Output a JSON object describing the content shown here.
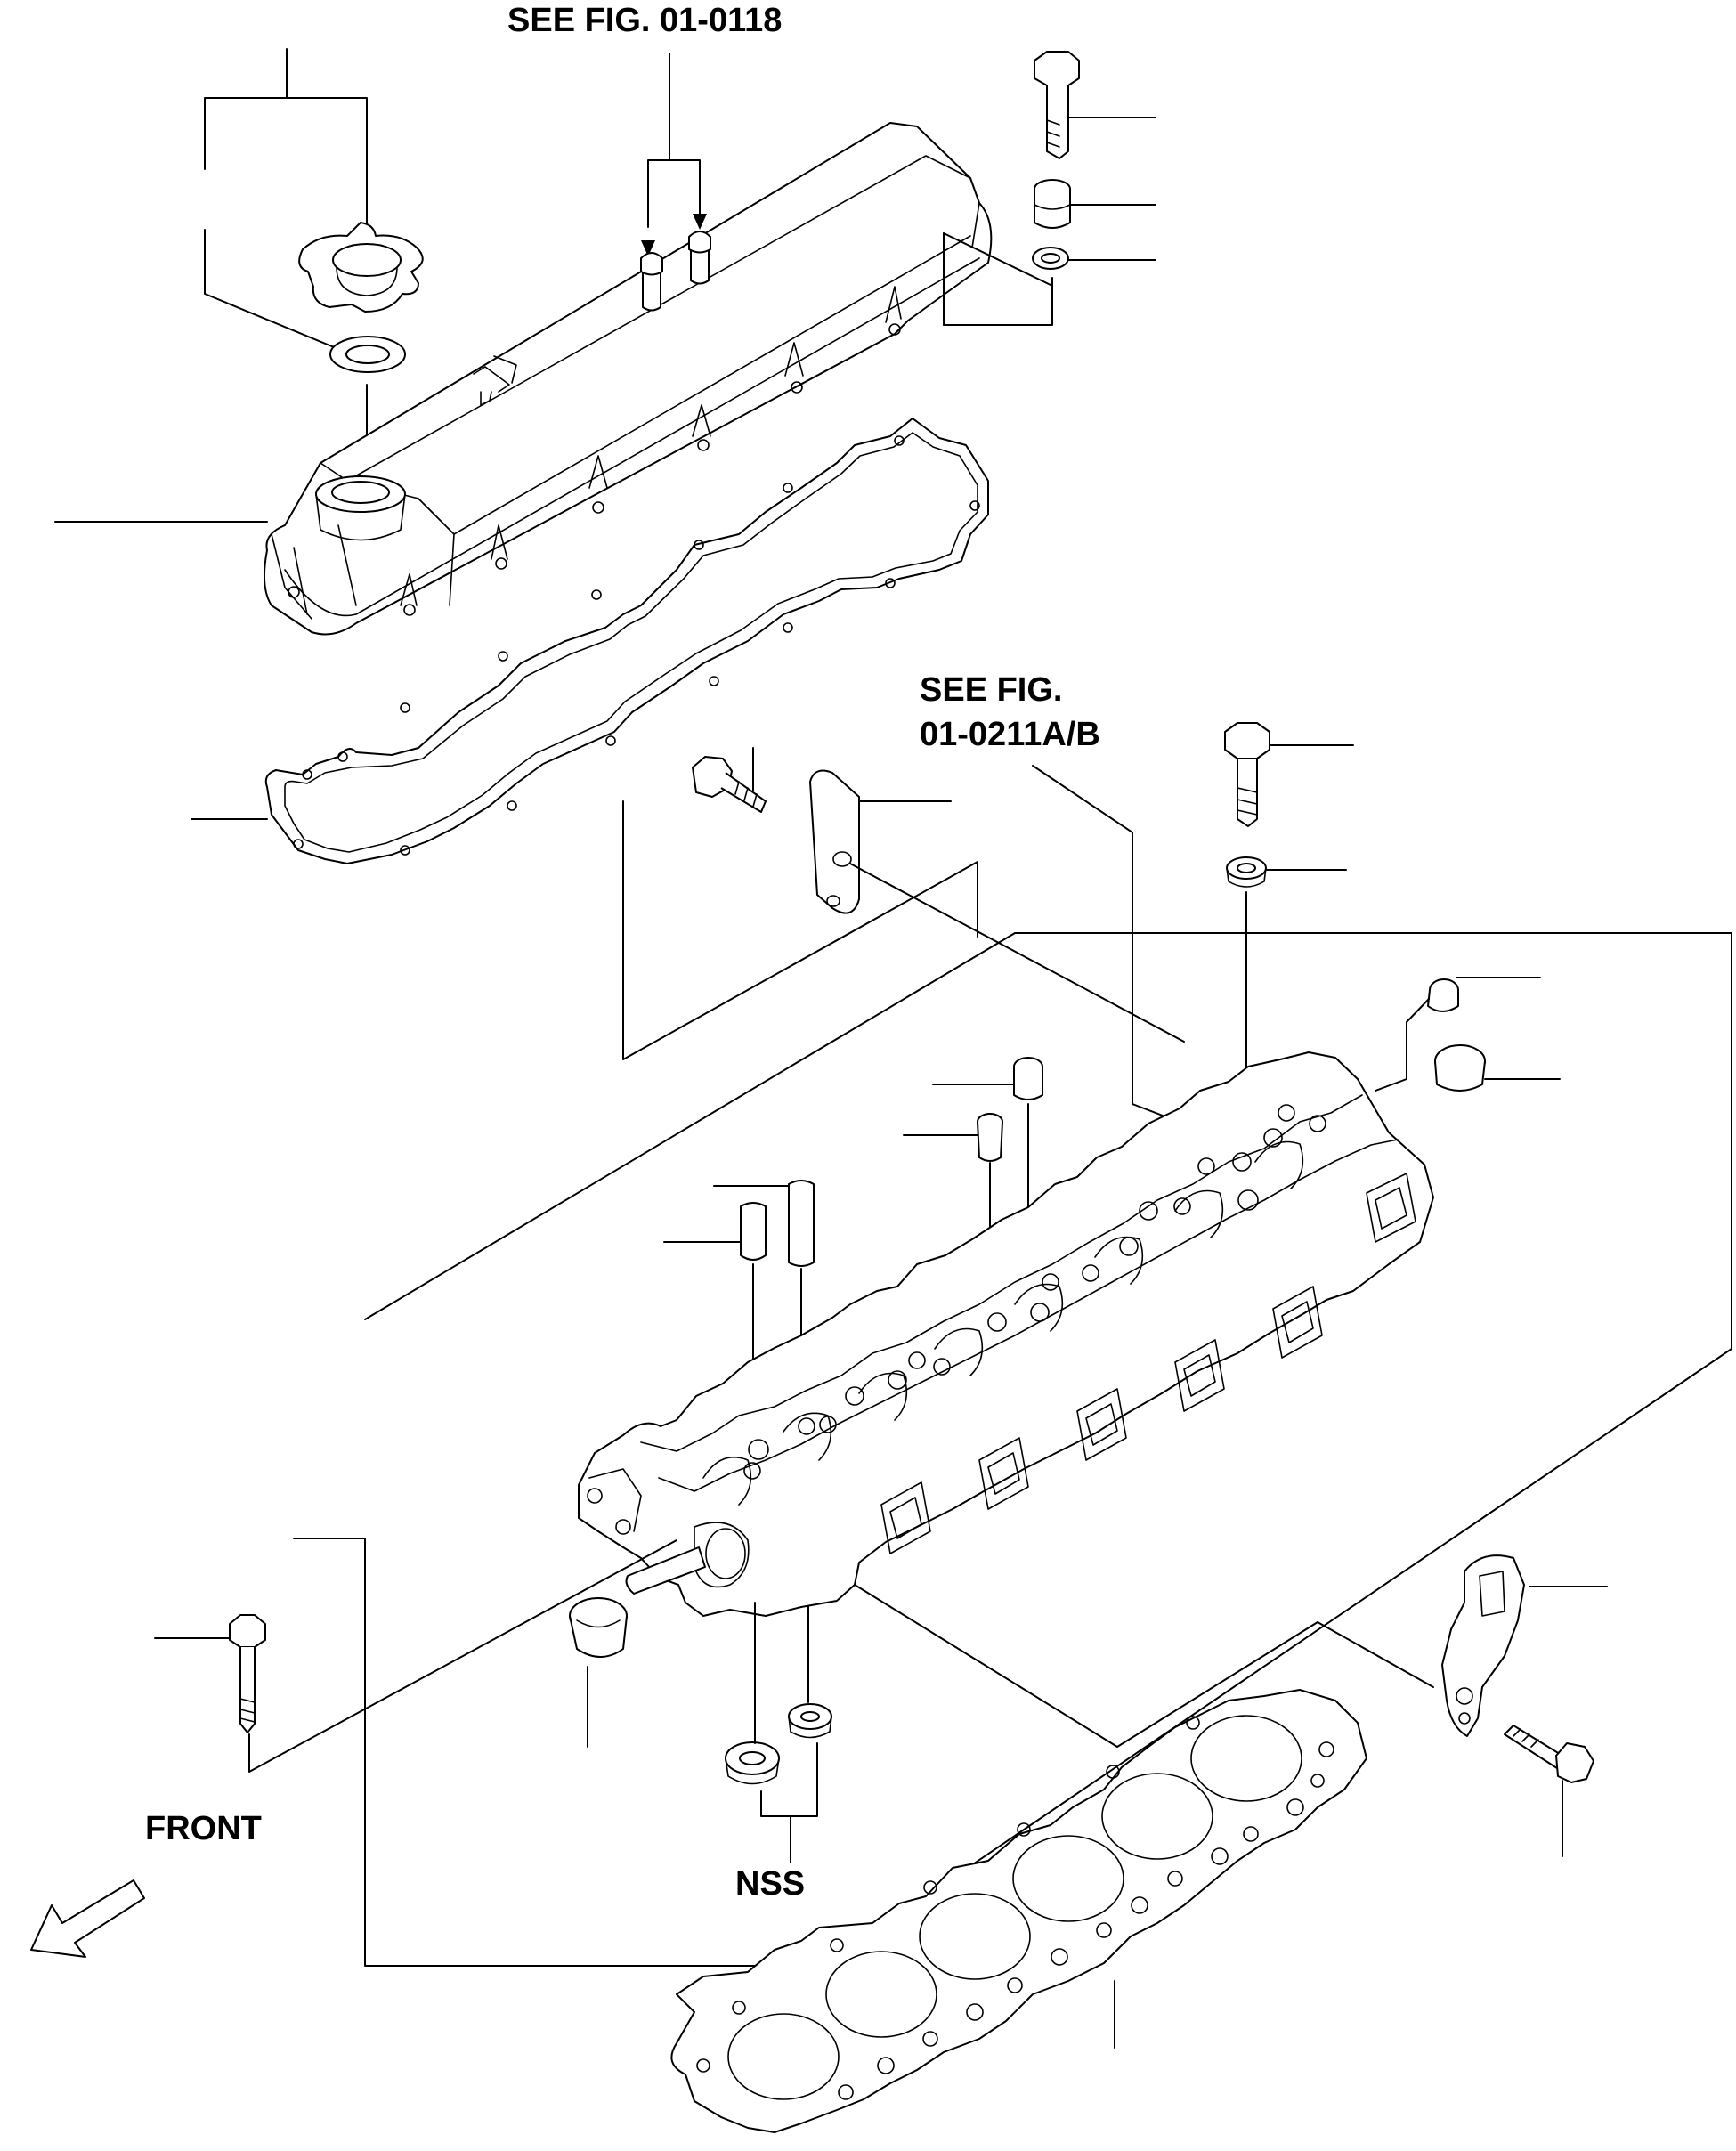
{
  "labels": {
    "see_fig_top": "SEE FIG. 01-0118",
    "see_fig_mid_line1": "SEE FIG.",
    "see_fig_mid_line2": "01-0211A/B",
    "nss": "NSS",
    "front": "FRONT"
  },
  "icons": {
    "front_arrow": "front-direction-arrow-icon"
  },
  "colors": {
    "line": "#000000",
    "background": "#ffffff"
  }
}
